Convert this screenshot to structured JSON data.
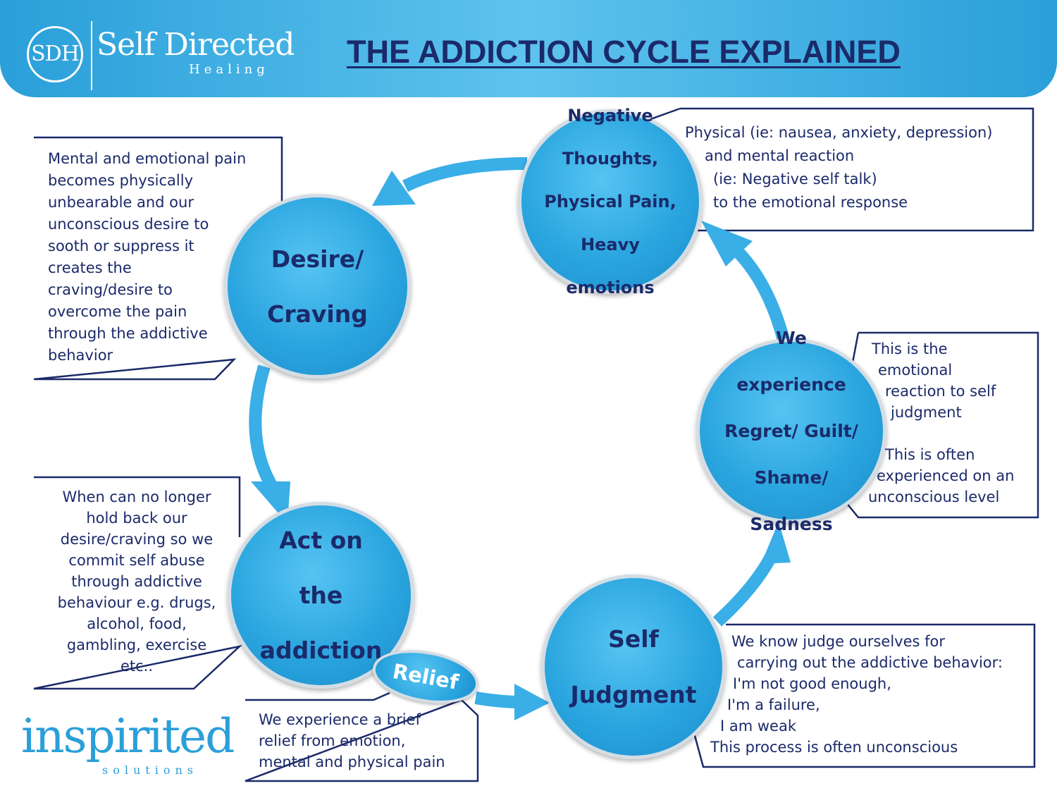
{
  "header": {
    "logo_initials": "SDH",
    "logo_name": "Self Directed",
    "logo_sub": "Healing",
    "title": "THE ADDICTION CYCLE EXPLAINED"
  },
  "nodes": {
    "desire": {
      "lines": [
        "Desire/",
        "Craving"
      ]
    },
    "negative": {
      "lines": [
        "Negative",
        "Thoughts,",
        "Physical Pain,",
        "Heavy",
        "emotions"
      ]
    },
    "regret": {
      "lines": [
        "We",
        "experience",
        "Regret/ Guilt/",
        "Shame/",
        "Sadness"
      ]
    },
    "judgment": {
      "lines": [
        "Self",
        "Judgment"
      ]
    },
    "act": {
      "lines": [
        "Act on",
        "the",
        "addiction"
      ]
    }
  },
  "relief_label": "Relief",
  "callouts": {
    "desire": {
      "lines": [
        "Mental and emotional pain",
        "becomes physically",
        "unbearable and our",
        "unconscious desire to",
        "sooth or suppress it",
        "creates the",
        "craving/desire to",
        "overcome the pain",
        "through the addictive",
        "behavior"
      ]
    },
    "negative": {
      "lines": [
        "Physical (ie: nausea, anxiety, depression)",
        "and mental reaction",
        "(ie: Negative self talk)",
        "to the emotional response"
      ]
    },
    "regret": {
      "lines": [
        "This is the",
        "emotional",
        "reaction to self",
        "judgment",
        "",
        "This is often",
        "experienced on an",
        "unconscious level"
      ]
    },
    "act": {
      "lines": [
        "When can no longer",
        "hold back our",
        "desire/craving so we",
        "commit self abuse",
        "through addictive",
        "behaviour e.g. drugs,",
        "alcohol, food,",
        "gambling, exercise",
        "etc.."
      ]
    },
    "relief": {
      "lines": [
        "We experience a brief",
        "relief from emotion,",
        "mental and physical pain"
      ]
    },
    "judgment": {
      "lines": [
        "We know judge ourselves for",
        "carrying out the addictive behavior:",
        "I'm not good enough,",
        "I'm a failure,",
        "I am weak",
        "This process is often unconscious"
      ]
    }
  },
  "footer": {
    "brand": "inspirited",
    "brand_sub": "solutions"
  },
  "colors": {
    "navy": "#1b2a6a",
    "blue": "#2a9fd9",
    "arrow": "#3aaee6"
  }
}
